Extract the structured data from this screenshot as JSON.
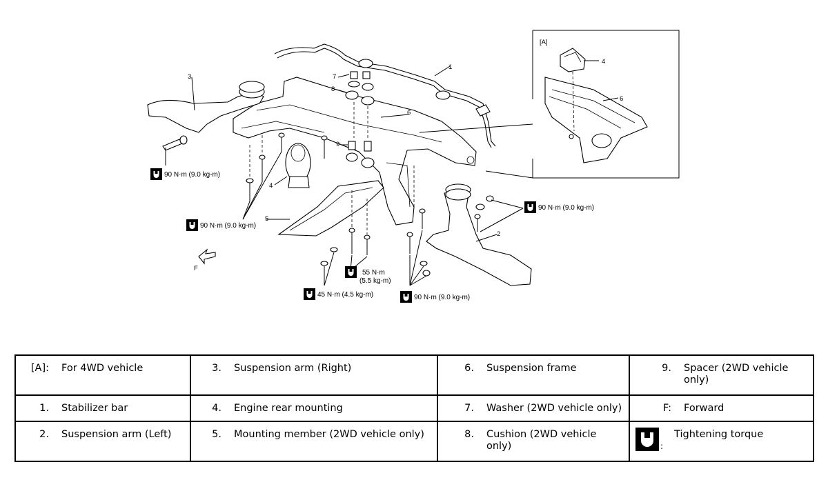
{
  "diagram": {
    "callouts": {
      "n1": "1",
      "n2": "2",
      "n3": "3",
      "n4": "4",
      "n5": "5",
      "n6": "6",
      "n7": "7",
      "n8": "8",
      "n9": "9",
      "inset_tag": "[A]",
      "inset_n4": "4",
      "inset_n6": "6",
      "forward": "F"
    },
    "torques": {
      "left_upper": "90 N·m (9.0 kg-m)",
      "left_lower": "90 N·m (9.0 kg-m)",
      "right_upper": "90 N·m (9.0 kg-m)",
      "center_low": "45 N·m (4.5 kg-m)",
      "center_mid_1": "55 N·m",
      "center_mid_2": "(5.5 kg-m)",
      "right_low": "90 N·m (9.0 kg-m)"
    }
  },
  "legend": {
    "rows": [
      [
        {
          "key": "[A]:",
          "text": "For 4WD vehicle"
        },
        {
          "key": "3.",
          "text": "Suspension arm (Right)"
        },
        {
          "key": "6.",
          "text": "Suspension frame"
        },
        {
          "key": "9.",
          "text": "Spacer (2WD vehicle only)"
        }
      ],
      [
        {
          "key": "1.",
          "text": "Stabilizer bar"
        },
        {
          "key": "4.",
          "text": "Engine rear mounting"
        },
        {
          "key": "7.",
          "text": "Washer (2WD vehicle only)"
        },
        {
          "key": "F:",
          "text": "Forward"
        }
      ],
      [
        {
          "key": "2.",
          "text": "Suspension arm (Left)"
        },
        {
          "key": "5.",
          "text": "Mounting member (2WD vehicle only)"
        },
        {
          "key": "8.",
          "text": "Cushion (2WD vehicle only)"
        },
        {
          "key": "torque-wrench-icon",
          "colon": ":",
          "text": "Tightening torque"
        }
      ]
    ]
  }
}
